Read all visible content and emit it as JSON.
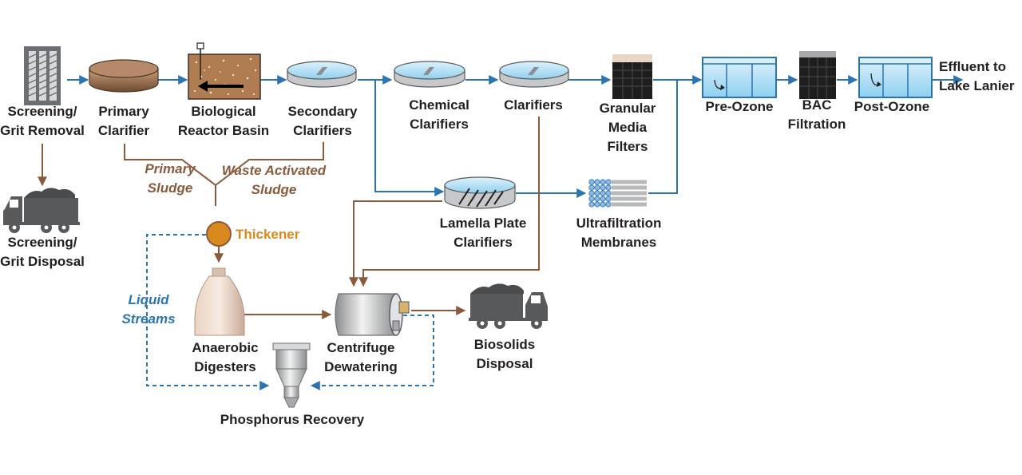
{
  "labels": {
    "screening_grit_removal": "Screening/\nGrit Removal",
    "primary_clarifier": "Primary\nClarifier",
    "biological_reactor_basin": "Biological\nReactor Basin",
    "secondary_clarifiers": "Secondary\nClarifiers",
    "chemical_clarifiers": "Chemical\nClarifiers",
    "clarifiers": "Clarifiers",
    "granular_media_filters": "Granular\nMedia\nFilters",
    "pre_ozone": "Pre-Ozone",
    "bac_filtration": "BAC\nFiltration",
    "post_ozone": "Post-Ozone",
    "effluent": "Effluent to\nLake Lanier",
    "screening_grit_disposal": "Screening/\nGrit Disposal",
    "primary_sludge": "Primary\nSludge",
    "waste_activated_sludge": "Waste Activated\nSludge",
    "thickener": "Thickener",
    "lamella_plate_clarifiers": "Lamella Plate\nClarifiers",
    "ultrafiltration_membranes": "Ultrafiltration\nMembranes",
    "liquid_streams": "Liquid\nStreams",
    "anaerobic_digesters": "Anaerobic\nDigesters",
    "centrifuge_dewatering": "Centrifuge\nDewatering",
    "biosolids_disposal": "Biosolids\nDisposal",
    "phosphorus_recovery": "Phosphorus Recovery"
  },
  "colors": {
    "liquid_flow": "#2b74b2",
    "sludge_flow": "#8a5a3c",
    "recycle_flow": "#2b74b2",
    "thickener": "#d98a1f",
    "truck": "#58595b",
    "text": "#231f20"
  }
}
